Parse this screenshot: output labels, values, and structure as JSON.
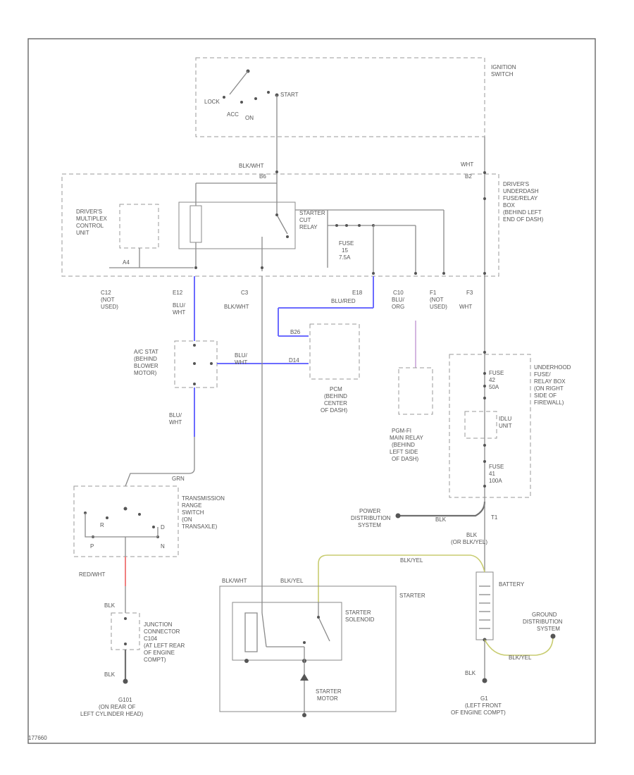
{
  "labels": {
    "ignition_switch": [
      "IGNITION",
      "SWITCH"
    ],
    "sw_lock": "LOCK",
    "sw_acc": "ACC",
    "sw_on": "ON",
    "sw_start": "START",
    "blkwht_top": "BLK/WHT",
    "wht_top": "WHT",
    "term_b": "B6",
    "term_b2": "B2",
    "drivers_fuse_box": [
      "DRIVER'S",
      "UNDERDASH",
      "FUSE/RELAY",
      "BOX",
      "(BEHIND LEFT",
      "END OF DASH)"
    ],
    "multiplex": [
      "DRIVER'S",
      "MULTIPLEX",
      "CONTROL",
      "UNIT"
    ],
    "starter_cut_relay": [
      "STARTER",
      "CUT",
      "RELAY"
    ],
    "fuse_15": [
      "FUSE",
      "15",
      "7.5A"
    ],
    "term_a4": "A4",
    "c12": [
      "C12",
      "(NOT",
      "USED)"
    ],
    "e12": [
      "E12",
      "BLU/",
      "WHT"
    ],
    "c3": [
      "C3",
      "BLK/WHT"
    ],
    "e18": [
      "E18",
      "BLU/RED"
    ],
    "c10": [
      "C10",
      "BLU/",
      "ORG"
    ],
    "f1": [
      "F1",
      "(NOT",
      "USED)"
    ],
    "f3": [
      "F3",
      "WHT"
    ],
    "ac_stat": [
      "A/C STAT",
      "(BEHIND",
      "BLOWER",
      "MOTOR)"
    ],
    "blu_wht_mid": [
      "BLU/",
      "WHT"
    ],
    "pcm": [
      "PCM",
      "(BEHIND",
      "CENTER",
      "OF DASH)"
    ],
    "pcm_pins": [
      "B26",
      "D14"
    ],
    "pgm_relay": [
      "PGM-FI",
      "MAIN RELAY",
      "(BEHIND",
      "LEFT SIDE",
      "OF DASH)"
    ],
    "underhood_box": [
      "UNDERHOOD",
      "FUSE/",
      "RELAY BOX",
      "(ON RIGHT",
      "SIDE OF",
      "FIREWALL)"
    ],
    "fuse_42": [
      "FUSE",
      "42",
      "50A"
    ],
    "fuse_41": [
      "FUSE",
      "41",
      "100A"
    ],
    "idlu": [
      "IDLU",
      "UNIT"
    ],
    "blu_wht_lower": [
      "BLU/",
      "WHT"
    ],
    "grn": "GRN",
    "trans_switch": [
      "TRANSMISSION",
      "RANGE",
      "SWITCH",
      "(ON",
      "TRANSAXLE)"
    ],
    "sw_pos": [
      "R",
      "D",
      "P",
      "N"
    ],
    "redwht": "RED/WHT",
    "blk_a": "BLK",
    "junction": [
      "JUNCTION",
      "CONNECTOR",
      "C104",
      "(AT LEFT REAR",
      "OF ENGINE",
      "COMPT)"
    ],
    "blk_b": "BLK",
    "g101": [
      "G101",
      "(ON REAR OF",
      "LEFT CYLINDER HEAD)"
    ],
    "power_dist": [
      "POWER",
      "DISTRIBUTION",
      "SYSTEM"
    ],
    "blk_c": "BLK",
    "blk_or_blkyel": [
      "BLK",
      "(OR BLK/YEL)"
    ],
    "t1": "T1",
    "blkyel_top": "BLK/YEL",
    "battery": "BATTERY",
    "blkwht_starter": "BLK/WHT",
    "blkyel_starter": "BLK/YEL",
    "starter": "STARTER",
    "starter_solenoid": [
      "STARTER",
      "SOLENOID"
    ],
    "starter_motor": [
      "STARTER",
      "MOTOR"
    ],
    "ground_dist": [
      "GROUND",
      "DISTRIBUTION",
      "SYSTEM"
    ],
    "blkyel_gnd": "BLK/YEL",
    "blk_d": "BLK",
    "g1": [
      "G1",
      "(LEFT FRONT",
      "OF ENGINE COMPT)"
    ],
    "ref_code": "177660"
  },
  "colors": {
    "blue_wire": "#6b6bff",
    "pink_wire": "#c9a3d8",
    "red_wire": "#f08080",
    "yellow_wire": "#c8cc70",
    "gray_wire": "#8a8a8a"
  }
}
